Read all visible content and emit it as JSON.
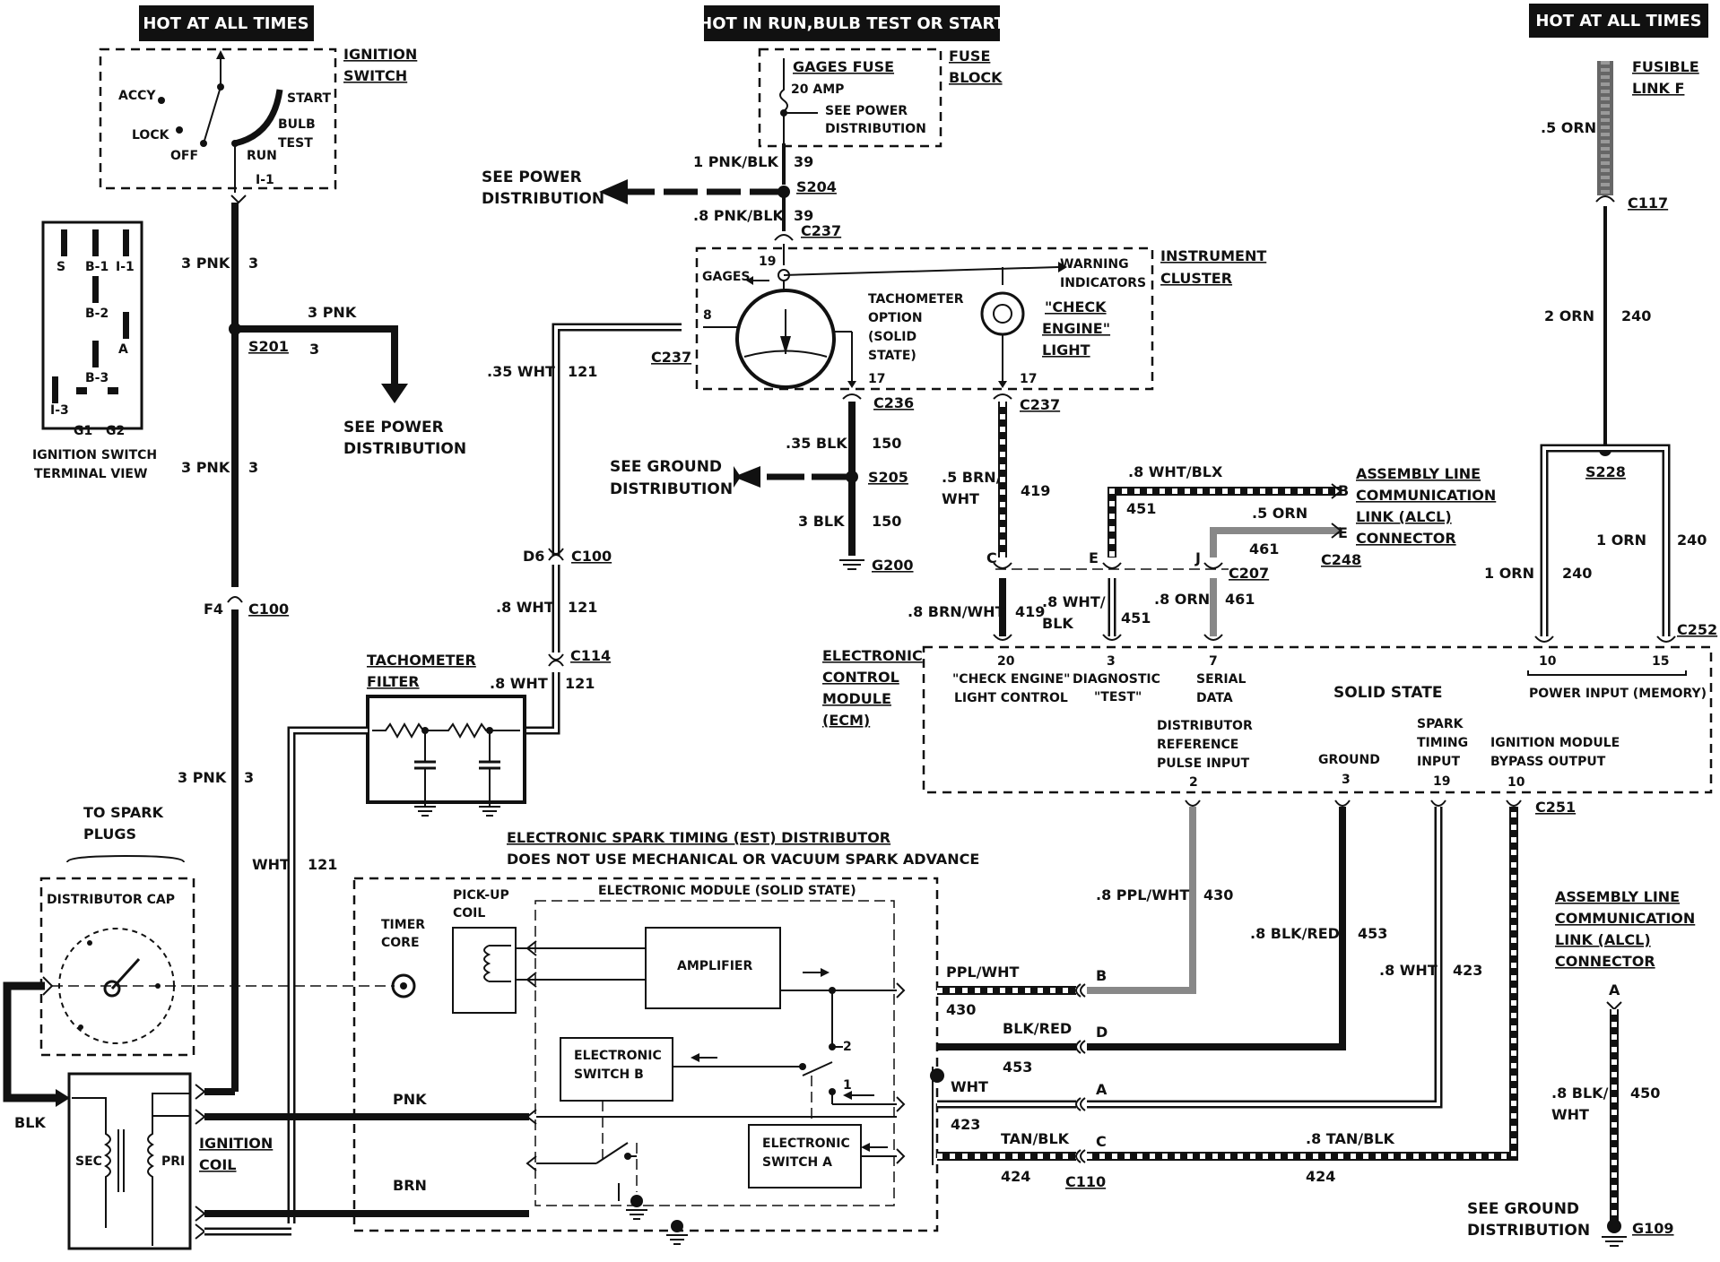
{
  "headers": {
    "left": "HOT AT ALL TIMES",
    "center": "HOT IN RUN,BULB TEST OR START",
    "right": "HOT AT ALL TIMES"
  },
  "ignition_switch": {
    "title1": "IGNITION",
    "title2": "SWITCH",
    "accy": "ACCY",
    "lock": "LOCK",
    "off": "OFF",
    "run": "RUN",
    "start": "START",
    "bulb": "BULB",
    "test": "TEST",
    "terminal": "I-1"
  },
  "terminal_view": {
    "s": "S",
    "b1": "B-1",
    "i1": "I-1",
    "b2": "B-2",
    "a": "A",
    "b3": "B-3",
    "i3": "I-3",
    "g1": "G1",
    "g2": "G2",
    "caption1": "IGNITION SWITCH",
    "caption2": "TERMINAL VIEW"
  },
  "wires_left": {
    "w1_color": "3 PNK",
    "w1_num": "3",
    "branch_color": "3 PNK",
    "branch_num": "3",
    "splice": "S201",
    "see_power1": "SEE POWER",
    "see_power2": "DISTRIBUTION",
    "w2_color": "3 PNK",
    "w2_num": "3",
    "f4": "F4",
    "c100": "C100",
    "w3_color": "3 PNK",
    "w3_num": "3",
    "wht": "WHT",
    "wht_num": "121"
  },
  "fuse_block": {
    "title1": "FUSE",
    "title2": "BLOCK",
    "fuse_name": "GAGES FUSE",
    "amp": "20 AMP",
    "see_power1": "SEE POWER",
    "see_power2": "DISTRIBUTION"
  },
  "center_wires": {
    "pnkblk1": "1 PNK/BLK",
    "num39a": "39",
    "see_power1": "SEE POWER",
    "see_power2": "DISTRIBUTION",
    "s204": "S204",
    "pnkblk8": ".8 PNK/BLK",
    "num39b": "39",
    "c237a": "C237",
    "wht35": ".35 WHT",
    "num121a": "121",
    "c237b": "C237",
    "d6": "D6",
    "c100": "C100",
    "wht8a": ".8 WHT",
    "num121b": "121",
    "c114": "C114",
    "wht8b": ".8 WHT",
    "num121c": "121"
  },
  "instrument_cluster": {
    "title1": "INSTRUMENT",
    "title2": "CLUSTER",
    "gages": "GAGES",
    "pin19": "19",
    "pin8": "8",
    "warning1": "WARNING",
    "warning2": "INDICATORS",
    "tach1": "TACHOMETER",
    "tach2": "OPTION",
    "tach3": "(SOLID",
    "tach4": "STATE)",
    "check1": "\"CHECK",
    "check2": "ENGINE\"",
    "check3": "LIGHT",
    "pin17a": "17",
    "pin17b": "17"
  },
  "ground_center": {
    "c236": "C236",
    "blk35": ".35 BLK",
    "num150a": "150",
    "see_ground1": "SEE GROUND",
    "see_ground2": "DISTRIBUTION",
    "s205": "S205",
    "blk3": "3 BLK",
    "num150b": "150",
    "g200": "G200"
  },
  "ecm_inputs": {
    "c237": "C237",
    "brn5": ".5 BRN/",
    "wht": "WHT",
    "num419": "419",
    "whtblk8": ".8 WHT/BLX",
    "num451": "451",
    "orn5": ".5 ORN",
    "num461": "461",
    "b": "B",
    "e": "E",
    "c248": "C248",
    "alcl1": "ASSEMBLY LINE",
    "alcl2": "COMMUNICATION",
    "alcl3": "LINK (ALCL)",
    "alcl4": "CONNECTOR",
    "c": "C",
    "e2": "E",
    "j": "J",
    "c207": "C207",
    "brnwht8": ".8 BRN/WHT",
    "num419b": "419",
    "whtblk8b": ".8 WHT/",
    "blk": "BLK",
    "num451b": "451",
    "orn8": ".8 ORN",
    "num461b": "461"
  },
  "right_power": {
    "fusible1": "FUSIBLE",
    "fusible2": "LINK F",
    "orn5": ".5 ORN",
    "c117": "C117",
    "orn2": "2 ORN",
    "num240a": "240",
    "s228": "S228",
    "orn1a": "1 ORN",
    "num240b": "240",
    "orn1b": "1 ORN",
    "num240c": "240",
    "c252": "C252"
  },
  "ecm": {
    "title1": "ELECTRONIC",
    "title2": "CONTROL",
    "title3": "MODULE",
    "title4": "(ECM)",
    "solid_state": "SOLID STATE",
    "p20": "20",
    "p20_label1": "\"CHECK ENGINE\"",
    "p20_label2": "LIGHT CONTROL",
    "p3": "3",
    "p3_label1": "DIAGNOSTIC",
    "p3_label2": "\"TEST\"",
    "p7": "7",
    "p7_label1": "SERIAL",
    "p7_label2": "DATA",
    "p10": "10",
    "p15": "15",
    "power_input": "POWER INPUT (MEMORY)",
    "dist1": "DISTRIBUTOR",
    "dist2": "REFERENCE",
    "dist3": "PULSE INPUT",
    "dist_pin": "2",
    "ground": "GROUND",
    "ground_pin": "3",
    "spark1": "SPARK",
    "spark2": "TIMING",
    "spark3": "INPUT",
    "spark_pin": "19",
    "bypass1": "IGNITION MODULE",
    "bypass2": "BYPASS OUTPUT",
    "bypass_pin": "10",
    "c251": "C251"
  },
  "tach_filter": {
    "title1": "TACHOMETER",
    "title2": "FILTER"
  },
  "distributor": {
    "title1": "ELECTRONIC SPARK TIMING (EST) DISTRIBUTOR",
    "title2": "DOES NOT USE MECHANICAL OR VACUUM SPARK ADVANCE",
    "module": "ELECTRONIC MODULE (SOLID STATE)",
    "pickup1": "PICK-UP",
    "pickup2": "COIL",
    "timer1": "TIMER",
    "timer2": "CORE",
    "amplifier": "AMPLIFIER",
    "switch_b1": "ELECTRONIC",
    "switch_b2": "SWITCH B",
    "switch_a1": "ELECTRONIC",
    "switch_a2": "SWITCH A",
    "sw2": "2",
    "sw1": "1"
  },
  "dist_cap": {
    "to_spark1": "TO SPARK",
    "to_spark2": "PLUGS",
    "title": "DISTRIBUTOR CAP"
  },
  "coil": {
    "title1": "IGNITION",
    "title2": "COIL",
    "sec": "SEC",
    "pri": "PRI",
    "blk": "BLK"
  },
  "dist_wires": {
    "pnk": "PNK",
    "brn": "BRN",
    "pplwht": "PPL/WHT",
    "num430": "430",
    "blkred": "BLK/RED",
    "num453": "453",
    "wht": "WHT",
    "num423": "423",
    "tanblk": "TAN/BLK",
    "num424": "424",
    "pin_b": "B",
    "pin_d": "D",
    "pin_a": "A",
    "pin_c": "C",
    "c110": "C110",
    "ppl_right": ".8 PPL/WHT",
    "num430r": "430",
    "blkred_right": ".8 BLK/RED",
    "num453r": "453",
    "wht_right": ".8 WHT",
    "num423r": "423",
    "tanblk_right": ".8 TAN/BLK",
    "num424r": "424"
  },
  "alcl_bottom": {
    "line1": "ASSEMBLY LINE",
    "line2": "COMMUNICATION",
    "line3": "LINK (ALCL)",
    "line4": "CONNECTOR",
    "pin": "A",
    "blk8": ".8 BLK/",
    "wht": "WHT",
    "num450": "450",
    "see_ground1": "SEE GROUND",
    "see_ground2": "DISTRIBUTION",
    "g109": "G109"
  }
}
